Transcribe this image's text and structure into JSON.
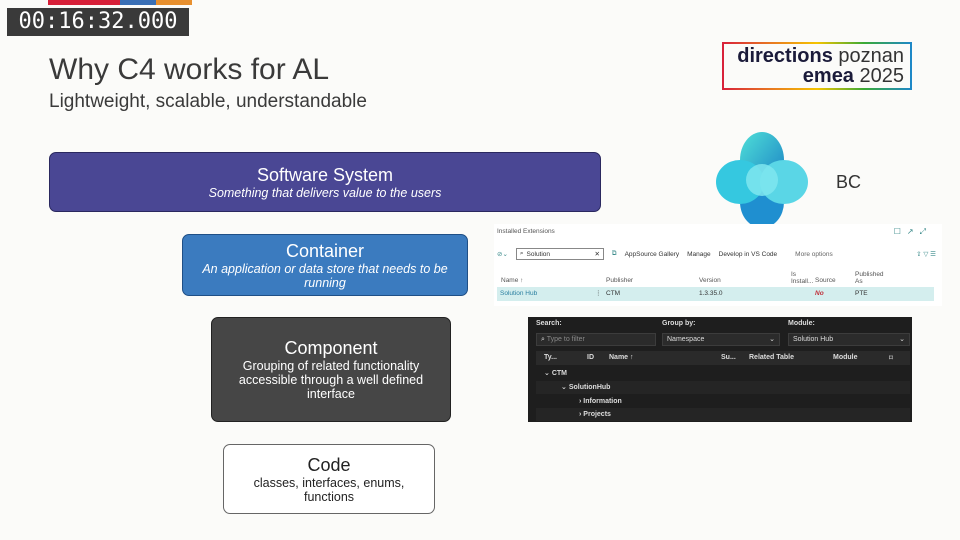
{
  "timer": "00:16:32.000",
  "colors": {
    "topbar": [
      "#d8213a",
      "#3a6fb5",
      "#e8902f"
    ],
    "system": "#4a4794",
    "container": "#3b7bbf",
    "component": "#464646"
  },
  "title": "Why C4 works for AL",
  "subtitle": "Lightweight, scalable, understandable",
  "logo": {
    "word1": "directions",
    "word2": "poznan",
    "word3": "emea",
    "word4": "2025"
  },
  "boxes": {
    "system": {
      "title": "Software System",
      "desc": "Something that delivers value to the users"
    },
    "container": {
      "title": "Container",
      "desc": "An application or data store that needs to be running"
    },
    "component": {
      "title": "Component",
      "desc": "Grouping of related functionality accessible through a well defined interface"
    },
    "code": {
      "title": "Code",
      "desc": "classes, interfaces, enums, functions"
    }
  },
  "bc_label": "BC",
  "extensions": {
    "caption": "Installed Extensions",
    "search_value": "Solution",
    "actions": [
      "AppSource Gallery",
      "Manage",
      "Develop in VS Code",
      "More options"
    ],
    "columns": [
      "Name ↑",
      "Publisher",
      "Version",
      "Is Install...",
      "Source",
      "Published As"
    ],
    "row": {
      "name": "Solution Hub",
      "publisher": "CTM",
      "version": "1.3.35.0",
      "source": "No",
      "published_as": "PTE"
    }
  },
  "explorer": {
    "search_label": "Search:",
    "search_placeholder": "Type to filter",
    "groupby_label": "Group by:",
    "groupby_value": "Namespace",
    "module_label": "Module:",
    "module_value": "Solution Hub",
    "columns": [
      "Ty...",
      "ID",
      "Name ↑",
      "Su...",
      "Related Table",
      "Module"
    ],
    "tree": [
      "CTM",
      "SolutionHub",
      "Information",
      "Projects"
    ]
  }
}
